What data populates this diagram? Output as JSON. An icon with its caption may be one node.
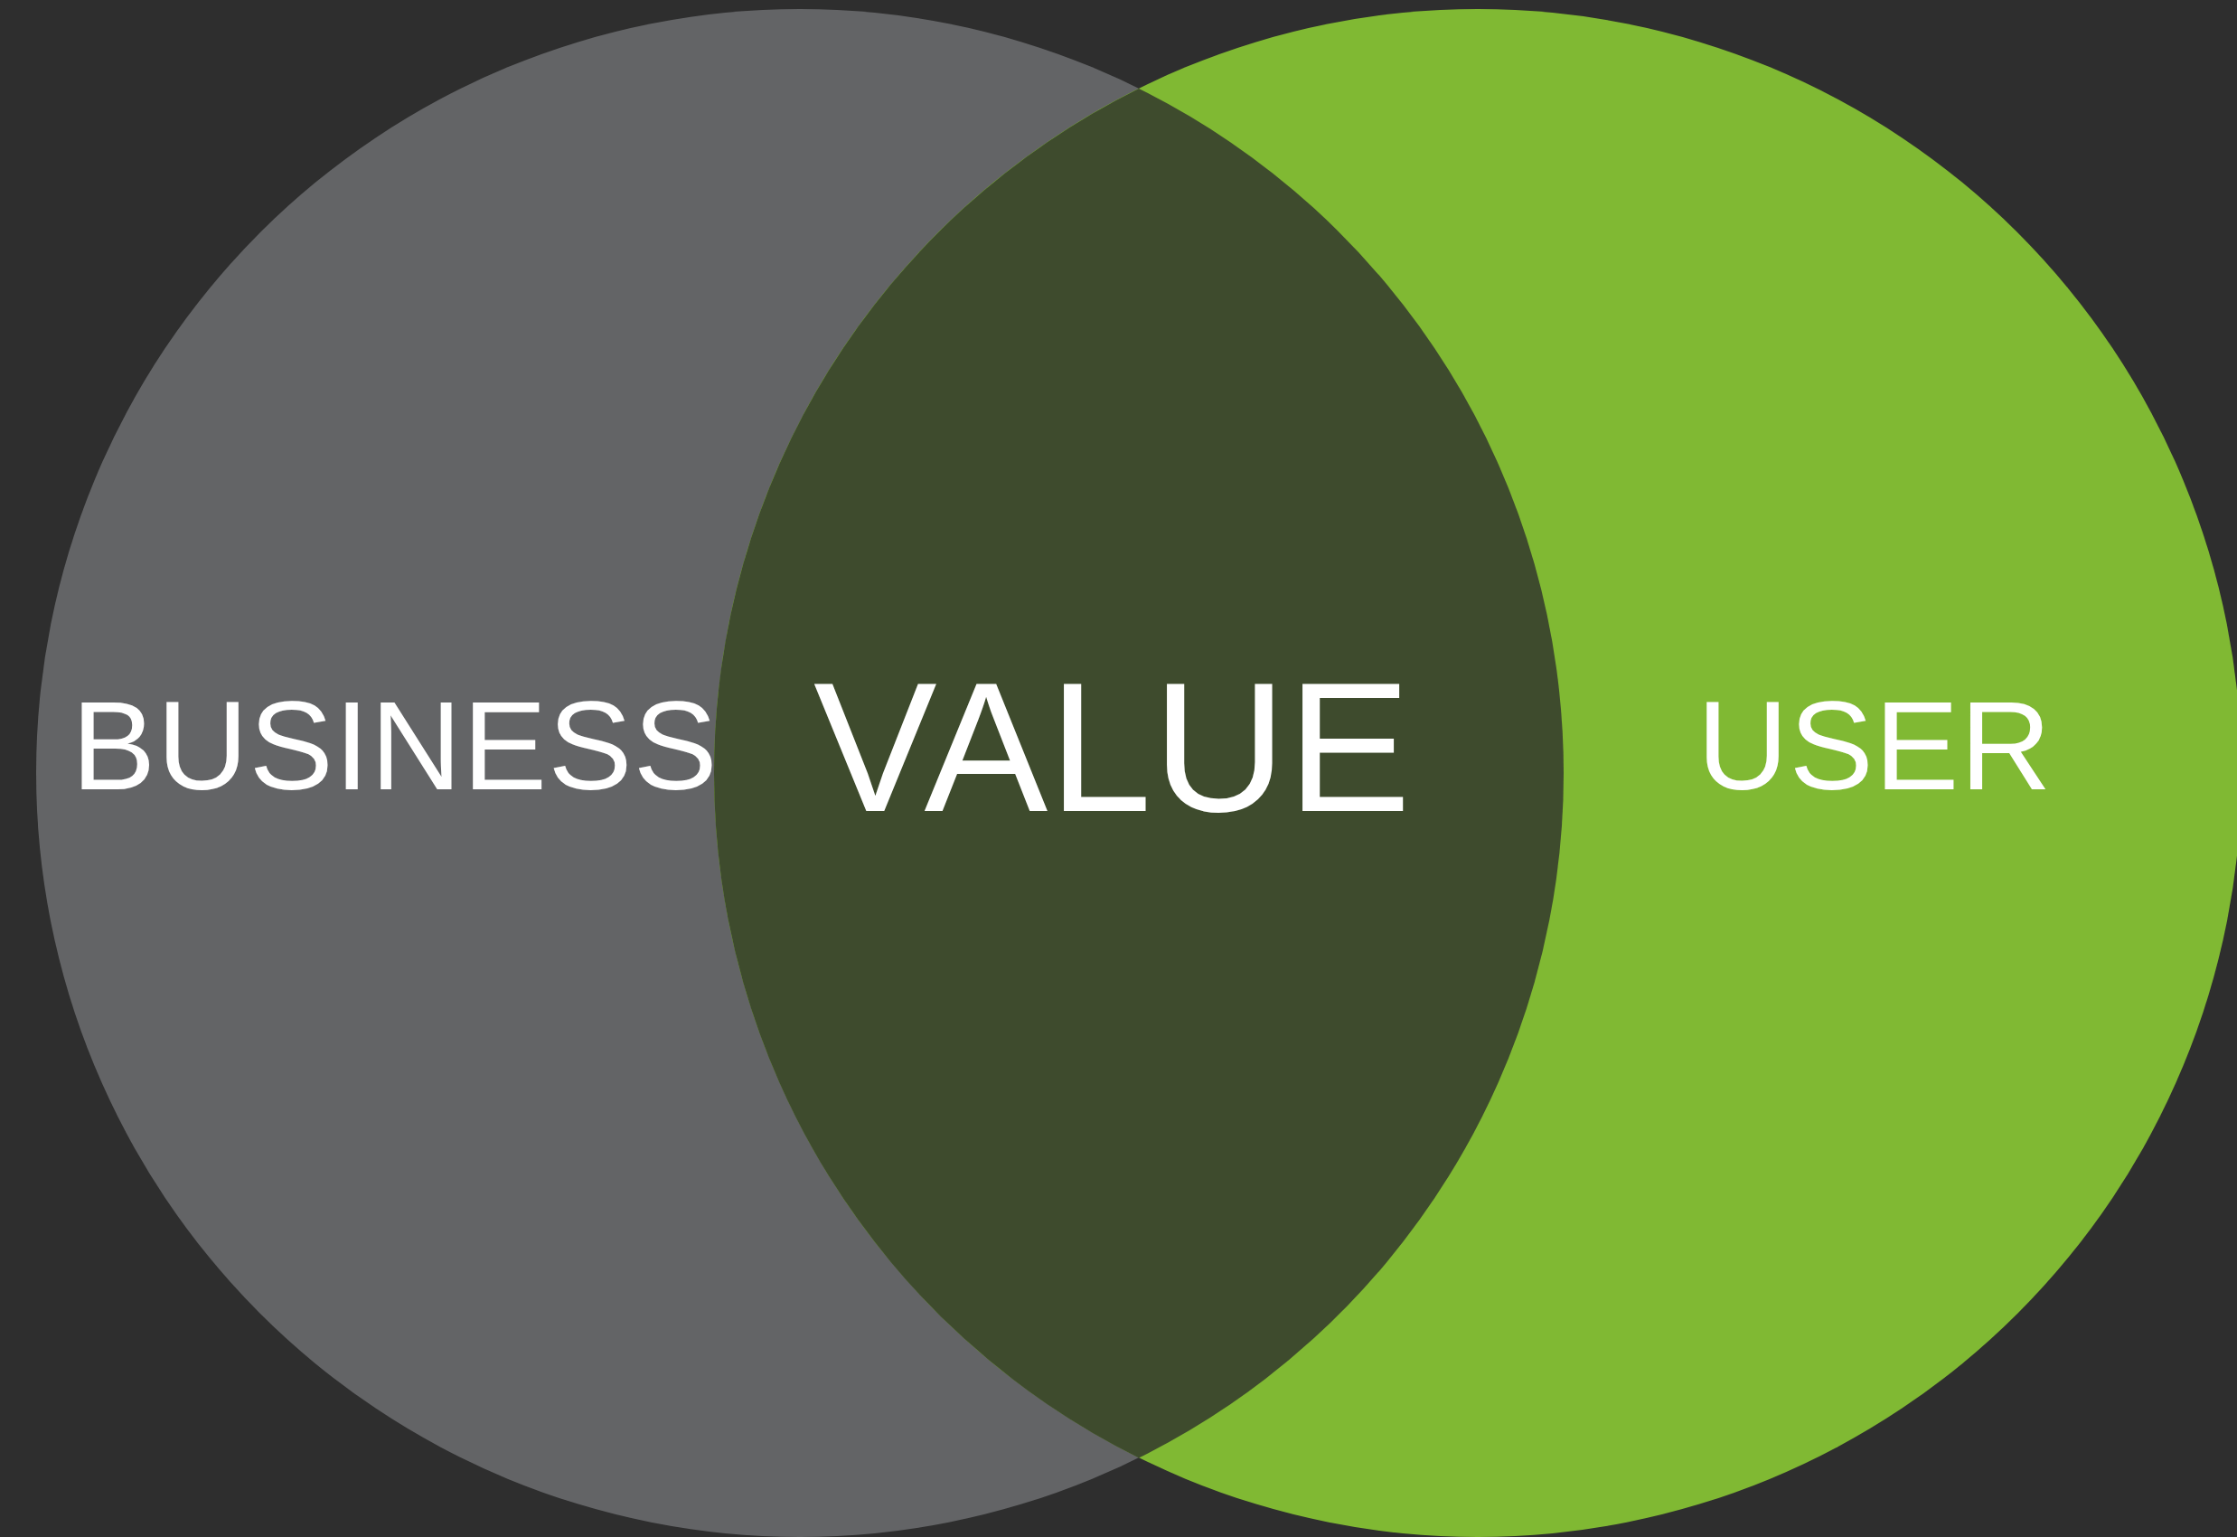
{
  "diagram": {
    "nodes": [
      {
        "text": [
          "BUSINESS"
        ]
      },
      {
        "text": [
          "VALUE"
        ]
      },
      {
        "text": [
          "USER"
        ]
      }
    ]
  }
}
